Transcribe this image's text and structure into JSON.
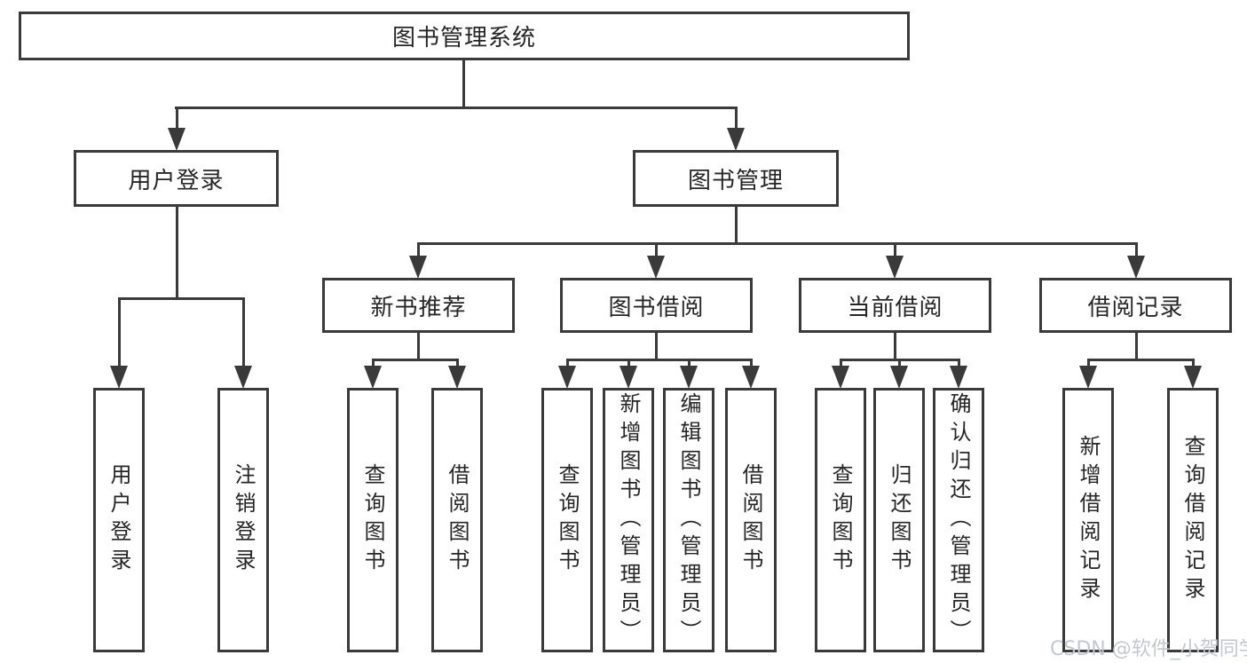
{
  "tree": {
    "label": "图书管理系统",
    "children": [
      {
        "label": "用户登录",
        "children": [
          {
            "label": "用户登录"
          },
          {
            "label": "注销登录"
          }
        ]
      },
      {
        "label": "图书管理",
        "children": [
          {
            "label": "新书推荐",
            "children": [
              {
                "label": "查询图书"
              },
              {
                "label": "借阅图书"
              }
            ]
          },
          {
            "label": "图书借阅",
            "children": [
              {
                "label": "查询图书"
              },
              {
                "label": "新增图书（管理员）"
              },
              {
                "label": "编辑图书（管理员）"
              },
              {
                "label": "借阅图书"
              }
            ]
          },
          {
            "label": "当前借阅",
            "children": [
              {
                "label": "查询图书"
              },
              {
                "label": "归还图书"
              },
              {
                "label": "确认归还（管理员）"
              }
            ]
          },
          {
            "label": "借阅记录",
            "children": [
              {
                "label": "新增借阅记录"
              },
              {
                "label": "查询借阅记录"
              }
            ]
          }
        ]
      }
    ]
  },
  "watermark": {
    "text": "CSDN @软件_小贺同学"
  },
  "colors": {
    "line": "#3a3a3a",
    "ink": "#262626",
    "watermark": "#c3c7cf",
    "bg": "#ffffff"
  }
}
